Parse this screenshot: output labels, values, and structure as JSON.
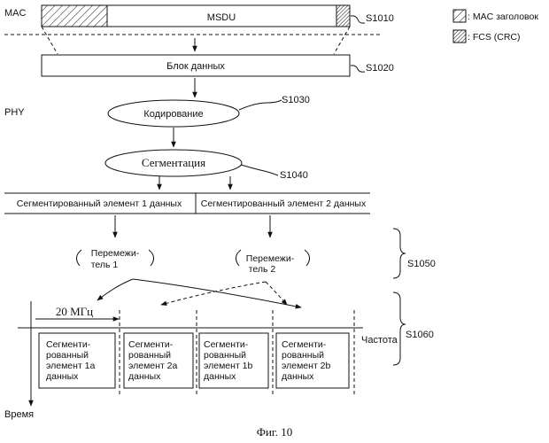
{
  "layers": {
    "mac": "MAC",
    "phy": "PHY"
  },
  "msdu": "MSDU",
  "legend": {
    "mac_header": ": MAC заголовок",
    "fcs": ": FCS (CRC)"
  },
  "steps": {
    "s1010": "S1010",
    "s1020": "S1020",
    "s1030": "S1030",
    "s1040": "S1040",
    "s1050": "S1050",
    "s1060": "S1060"
  },
  "data_block": "Блок данных",
  "coding": "Кодирование",
  "segmentation": "Сегментация",
  "segments": [
    "Сегментированный элемент 1 данных",
    "Сегментированный элемент 2 данных"
  ],
  "interleavers": [
    {
      "line1": "Перемежи-",
      "line2": "тель 1"
    },
    {
      "line1": "Перемежи-",
      "line2": "тель 2"
    }
  ],
  "bandwidth": "20 МГц",
  "frequency": "Частота",
  "time": "Время",
  "subblocks": [
    {
      "l1": "Сегменти-",
      "l2": "рованный",
      "l3": "элемент 1a",
      "l4": "данных"
    },
    {
      "l1": "Сегменти-",
      "l2": "рованный",
      "l3": "элемент 2a",
      "l4": "данных"
    },
    {
      "l1": "Сегменти-",
      "l2": "рованный",
      "l3": "элемент 1b",
      "l4": "данных"
    },
    {
      "l1": "Сегменти-",
      "l2": "рованный",
      "l3": "элемент 2b",
      "l4": "данных"
    }
  ],
  "caption": "Фиг. 10"
}
